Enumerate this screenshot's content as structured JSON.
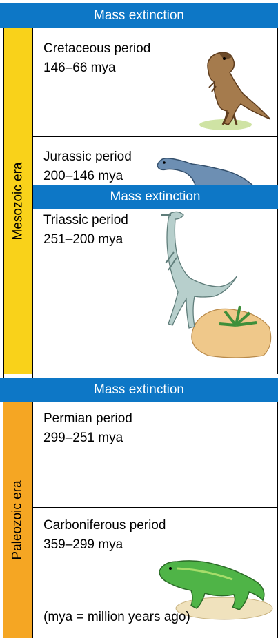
{
  "bands": {
    "top": "Mass extinction",
    "mid": "Mass extinction",
    "bottom": "Mass extinction"
  },
  "eras": {
    "mesozoic": "Mesozoic era",
    "paleozoic": "Paleozoic era"
  },
  "periods": {
    "cretaceous": {
      "name": "Cretaceous period",
      "range": "146–66 mya",
      "illustration": "tyrannosaurus-icon"
    },
    "jurassic": {
      "name": "Jurassic period",
      "range": "200–146 mya",
      "illustration": "sauropod-icon"
    },
    "triassic": {
      "name": "Triassic period",
      "range": "251–200 mya",
      "illustration": "coelophysis-icon"
    },
    "permian": {
      "name": "Permian period",
      "range": "299–251 mya"
    },
    "carboniferous": {
      "name": "Carboniferous period",
      "range": "359–299 mya",
      "illustration": "amphibian-icon"
    }
  },
  "footnote": "(mya = million years ago)",
  "colors": {
    "band": "#0d77c6",
    "mesozoic": "#f9d21a",
    "paleozoic": "#f5a623"
  }
}
